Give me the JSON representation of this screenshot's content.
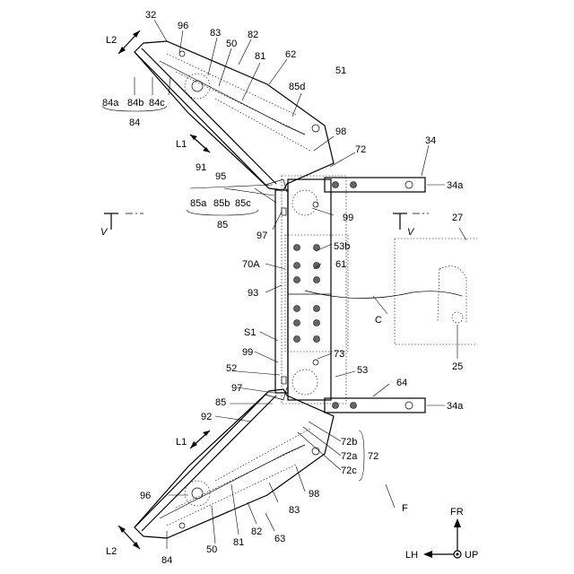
{
  "labels": {
    "n32": "32",
    "n96a": "96",
    "n83a": "83",
    "n50a": "50",
    "n82a": "82",
    "n81a": "81",
    "n62": "62",
    "n51": "51",
    "n85d": "85d",
    "l2a": "L2",
    "n84a": "84a",
    "n84b": "84b",
    "n84c": "84c",
    "n84a_grp": "84",
    "l1a": "L1",
    "n98a": "98",
    "n72a": "72",
    "n91": "91",
    "n95": "95",
    "n34": "34",
    "n34a_top": "34a",
    "n85a": "85a",
    "n85b": "85b",
    "n85c": "85c",
    "n85grp": "85",
    "n99a": "99",
    "n27": "27",
    "v_left": "V",
    "v_right": "V",
    "n97a": "97",
    "n53b": "53b",
    "n70a": "70A",
    "n61": "61",
    "n93": "93",
    "nC": "C",
    "nS1": "S1",
    "n99b": "99",
    "n73": "73",
    "n25": "25",
    "n52": "52",
    "n53": "53",
    "n97b": "97",
    "n64": "64",
    "n85b2": "85",
    "n34a_bot": "34a",
    "n92": "92",
    "l1b": "L1",
    "n72b": "72b",
    "n72a2": "72a",
    "n72c": "72c",
    "n72grp": "72",
    "nF": "F",
    "n96b": "96",
    "n98b": "98",
    "n83b": "83",
    "l2b": "L2",
    "n84b2": "84",
    "n50b": "50",
    "n81b": "81",
    "n82b": "82",
    "n63": "63",
    "fr": "FR",
    "lh": "LH",
    "up": "UP"
  }
}
